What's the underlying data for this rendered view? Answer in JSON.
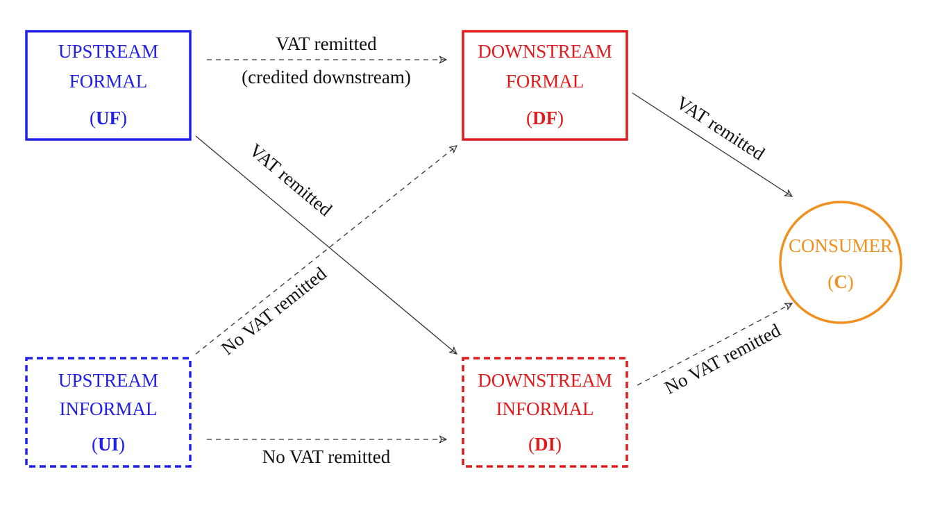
{
  "colors": {
    "upstream": "#2020e6",
    "downstream": "#e11b1b",
    "consumer": "#f0901e",
    "edge": "#333333"
  },
  "nodes": {
    "uf": {
      "line1": "UPSTREAM",
      "line2": "FORMAL",
      "paren_open": "(",
      "abbr": "UF",
      "paren_close": ")"
    },
    "df": {
      "line1": "DOWNSTREAM",
      "line2": "FORMAL",
      "paren_open": "(",
      "abbr": "DF",
      "paren_close": ")"
    },
    "ui": {
      "line1": "UPSTREAM",
      "line2": "INFORMAL",
      "paren_open": "(",
      "abbr": "UI",
      "paren_close": ")"
    },
    "di": {
      "line1": "DOWNSTREAM",
      "line2": "INFORMAL",
      "paren_open": "(",
      "abbr": "DI",
      "paren_close": ")"
    },
    "c": {
      "line1": "CONSUMER",
      "paren_open": "(",
      "abbr": "C",
      "paren_close": ")"
    }
  },
  "edges": {
    "uf_df": {
      "label1": "VAT remitted",
      "label2": "(credited downstream)",
      "style": "dashed"
    },
    "uf_di": {
      "label": "VAT remitted",
      "style": "solid"
    },
    "ui_df": {
      "label": "No VAT remitted",
      "style": "dashed"
    },
    "ui_di": {
      "label": "No VAT remitted",
      "style": "dashed"
    },
    "df_c": {
      "label": "VAT remitted",
      "style": "solid"
    },
    "di_c": {
      "label": "No VAT remitted",
      "style": "dashed"
    }
  }
}
